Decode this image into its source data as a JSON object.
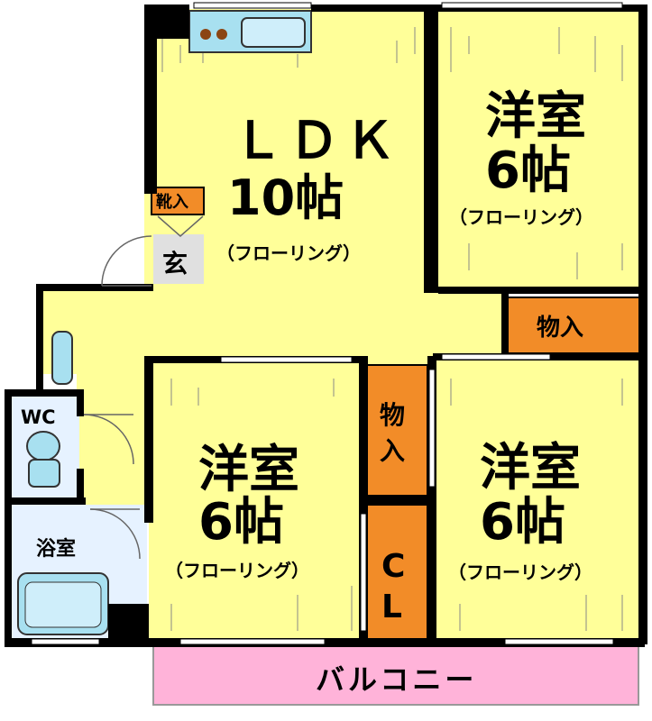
{
  "rooms": {
    "ldk": {
      "name": "ＬＤＫ",
      "size": "10帖",
      "floor": "（フローリング）"
    },
    "western_top": {
      "name": "洋室",
      "size": "6帖",
      "floor": "（フローリング）"
    },
    "western_bottom_left": {
      "name": "洋室",
      "size": "6帖",
      "floor": "（フローリング）"
    },
    "western_bottom_right": {
      "name": "洋室",
      "size": "6帖",
      "floor": "（フローリング）"
    },
    "wc": "WC",
    "bath": "浴室",
    "entrance": "玄",
    "shoe_closet": "靴入",
    "closet_right": "物入",
    "closet_middle": {
      "line1": "物",
      "line2": "入"
    },
    "closet_cl": {
      "line1": "C",
      "line2": "L"
    },
    "balcony": "バルコニー"
  },
  "colors": {
    "wall": "#000000",
    "floor": "#ffff99",
    "wet_area": "#e6f2ff",
    "fixture": "#a8e0f0",
    "closet": "#f28c28",
    "entrance": "#e0e0e0",
    "balcony": "#ffb3d9"
  }
}
